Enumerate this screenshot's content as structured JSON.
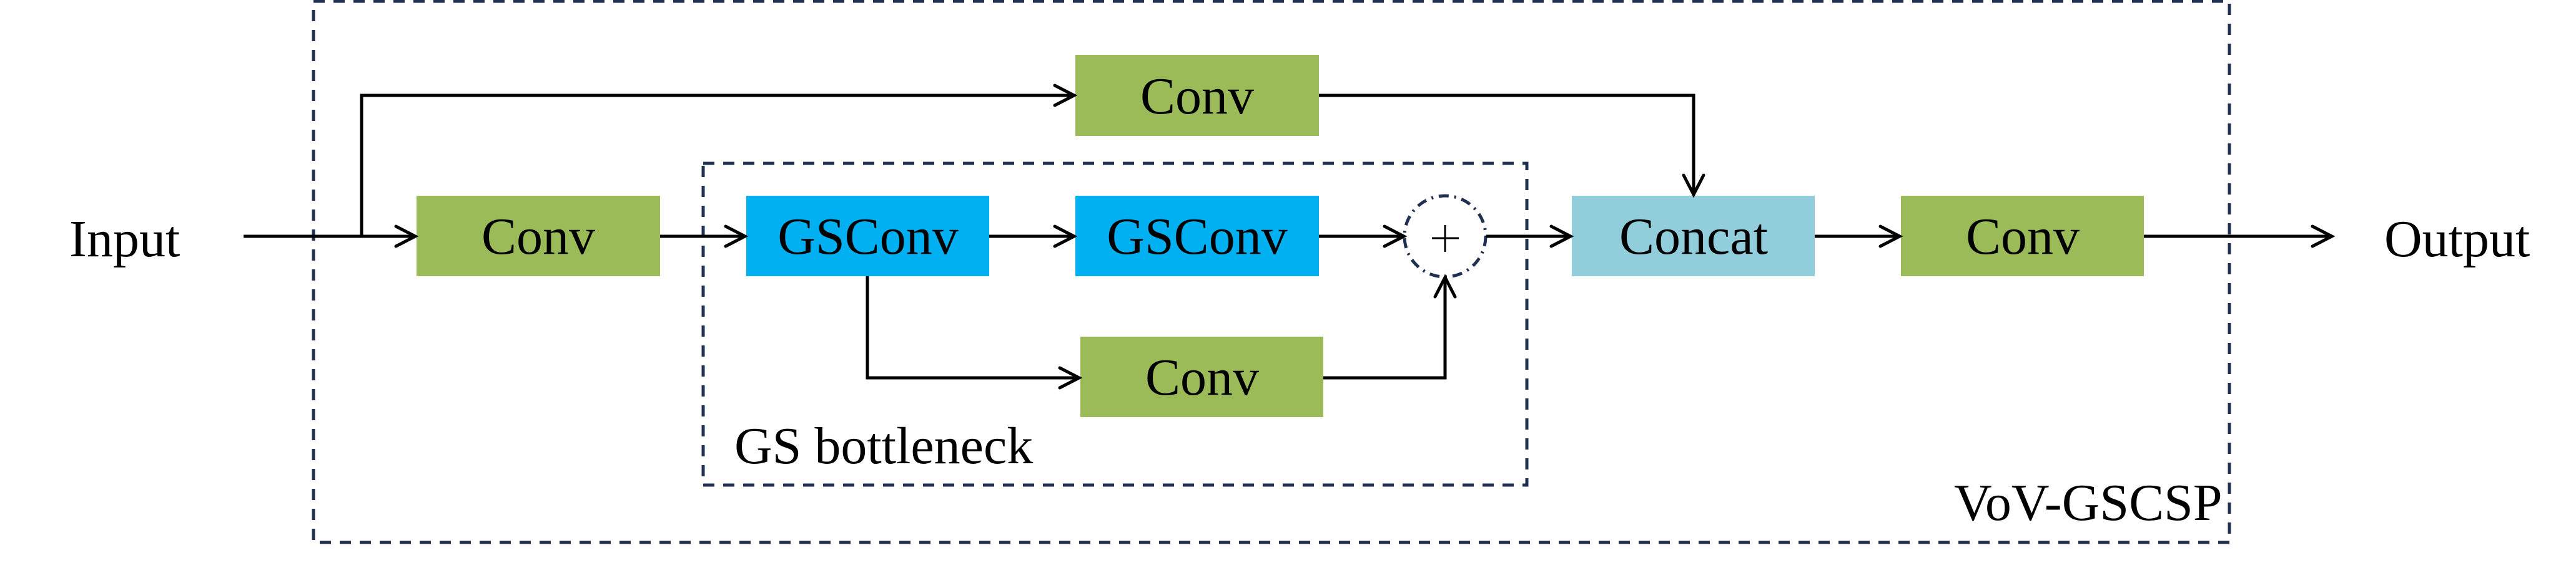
{
  "diagram": {
    "title": "VoV-GSCSP",
    "input_label": "Input",
    "output_label": "Output",
    "bottleneck_label": "GS bottleneck",
    "colors": {
      "conv": "#9BBB59",
      "gsconv": "#00B0F0",
      "concat": "#92CDDC",
      "dashed_border": "#1F3050",
      "arrow": "#000000"
    },
    "blocks": {
      "conv_input": "Conv",
      "conv_skip": "Conv",
      "gsconv_1": "GSConv",
      "gsconv_2": "GSConv",
      "conv_shortcut": "Conv",
      "concat": "Concat",
      "conv_output": "Conv"
    },
    "add_symbol": "+",
    "edges": [
      {
        "from": "input",
        "to": "conv_input"
      },
      {
        "from": "input",
        "to": "conv_skip"
      },
      {
        "from": "conv_input",
        "to": "gsconv_1"
      },
      {
        "from": "gsconv_1",
        "to": "gsconv_2"
      },
      {
        "from": "gsconv_1",
        "to": "conv_shortcut"
      },
      {
        "from": "gsconv_2",
        "to": "add"
      },
      {
        "from": "conv_shortcut",
        "to": "add"
      },
      {
        "from": "add",
        "to": "concat"
      },
      {
        "from": "conv_skip",
        "to": "concat"
      },
      {
        "from": "concat",
        "to": "conv_output"
      },
      {
        "from": "conv_output",
        "to": "output"
      }
    ]
  }
}
